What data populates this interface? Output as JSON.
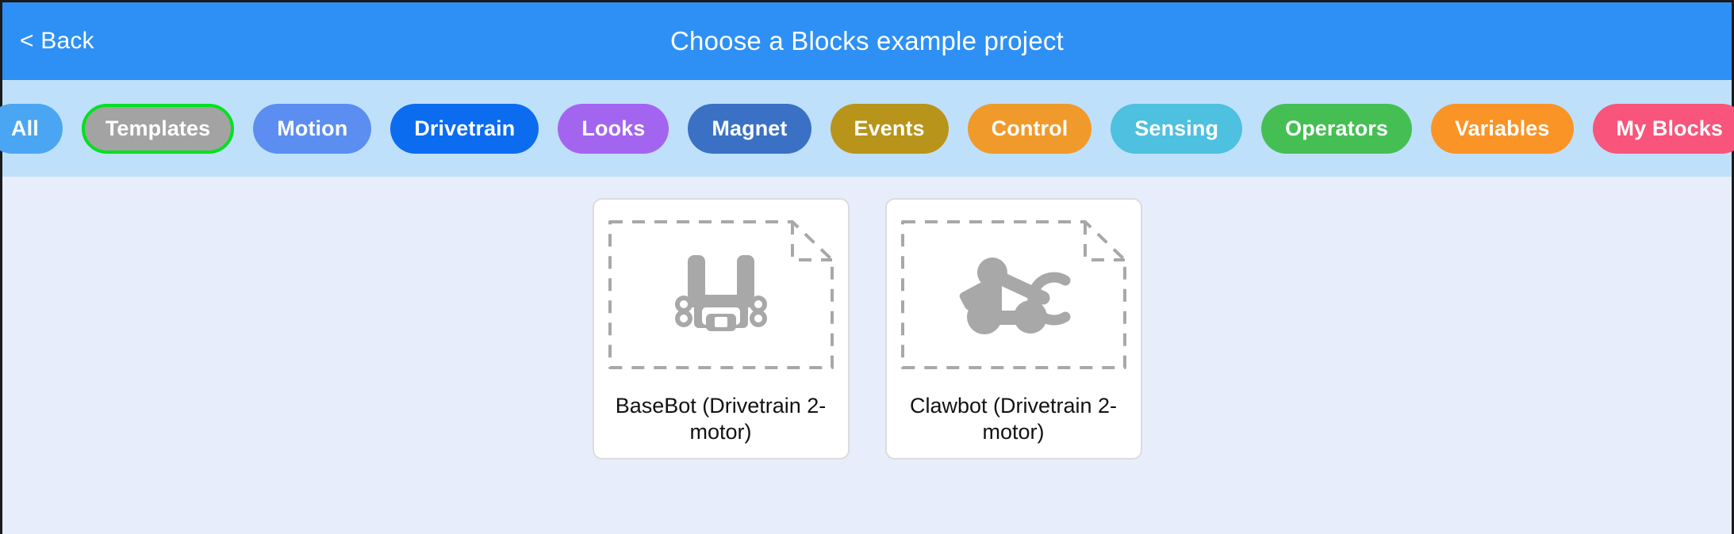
{
  "header": {
    "back_label": "< Back",
    "title": "Choose a Blocks example project",
    "background": "#2e90f5"
  },
  "categories": {
    "background": "#bfe0fb",
    "selected_outline": "#00e21e",
    "items": [
      {
        "label": "All",
        "color": "#4aa6f2",
        "selected": false
      },
      {
        "label": "Templates",
        "color": "#a3a3a3",
        "selected": true
      },
      {
        "label": "Motion",
        "color": "#5b8ef0",
        "selected": false
      },
      {
        "label": "Drivetrain",
        "color": "#0b6cf0",
        "selected": false
      },
      {
        "label": "Looks",
        "color": "#a365f0",
        "selected": false
      },
      {
        "label": "Magnet",
        "color": "#3b71c4",
        "selected": false
      },
      {
        "label": "Events",
        "color": "#b8941a",
        "selected": false
      },
      {
        "label": "Control",
        "color": "#f09a2c",
        "selected": false
      },
      {
        "label": "Sensing",
        "color": "#4ec0e0",
        "selected": false
      },
      {
        "label": "Operators",
        "color": "#45bf53",
        "selected": false
      },
      {
        "label": "Variables",
        "color": "#fa9426",
        "selected": false
      },
      {
        "label": "My Blocks",
        "color": "#f9547b",
        "selected": false
      }
    ]
  },
  "content": {
    "background": "#e8edfb",
    "projects": [
      {
        "label": "BaseBot (Drivetrain 2-motor)",
        "icon": "basebot-robot-icon"
      },
      {
        "label": "Clawbot (Drivetrain 2-motor)",
        "icon": "clawbot-robot-icon"
      }
    ]
  }
}
